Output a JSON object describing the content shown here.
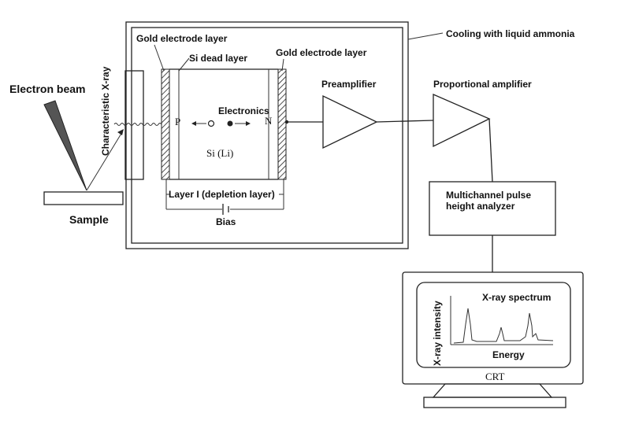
{
  "labels": {
    "cooling": "Cooling with liquid ammonia",
    "gold_left": "Gold electrode layer",
    "si_dead": "Si dead layer",
    "gold_right": "Gold electrode layer",
    "electron_beam": "Electron beam",
    "char_xray": "Characteristic X-ray",
    "sample": "Sample",
    "p": "P",
    "n": "N",
    "electronics": "Electronics",
    "si_li": "Si (Li)",
    "layer_i": "Layer I (depletion layer)",
    "bias": "Bias",
    "preamp": "Preamplifier",
    "prop_amp": "Proportional amplifier",
    "mca_line1": "Multichannel pulse",
    "mca_line2": "height analyzer",
    "spectrum_title": "X-ray spectrum",
    "y_axis": "X-ray intensity",
    "x_axis": "Energy",
    "crt": "CRT"
  },
  "colors": {
    "line": "#222222",
    "beam_fill": "#555555",
    "background": "#ffffff"
  }
}
